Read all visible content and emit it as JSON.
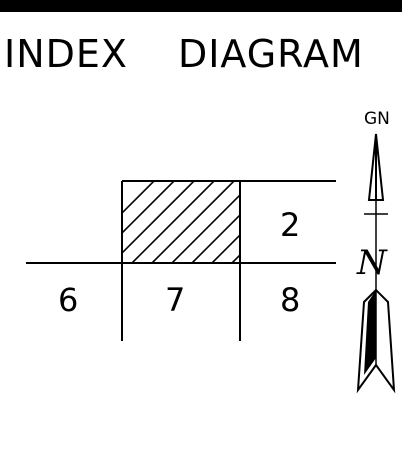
{
  "title": {
    "left": "INDEX",
    "right": "DIAGRAM"
  },
  "grid_cells": {
    "top_right": "2",
    "bottom_left": "6",
    "bottom_center": "7",
    "bottom_right": "8"
  },
  "north_arrow": {
    "grid_north_label": "GN",
    "true_north_label": "N"
  },
  "colors": {
    "ink": "#000000",
    "background": "#ffffff"
  }
}
